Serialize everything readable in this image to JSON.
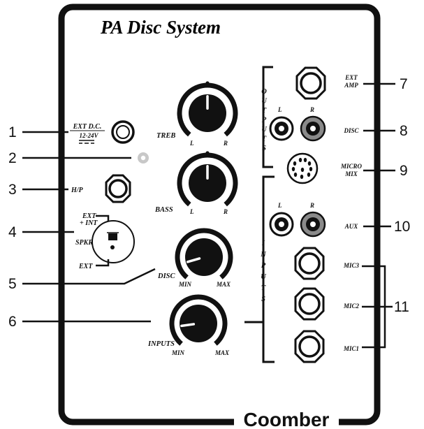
{
  "panel": {
    "title": "PA Disc System",
    "brand": "Coomber"
  },
  "callouts": {
    "c1": "1",
    "c2": "2",
    "c3": "3",
    "c4": "4",
    "c5": "5",
    "c6": "6",
    "c7": "7",
    "c8": "8",
    "c9": "9",
    "c10": "10",
    "c11": "11"
  },
  "labels": {
    "ext_dc": "EXT D.C.",
    "ext_dc_volts": "12-24V",
    "hp": "H/P",
    "spkr": "SPKR",
    "spkr_ext_int": "EXT",
    "spkr_plus_int": "+ INT",
    "spkr_ext": "EXT",
    "treb": "TREB",
    "bass": "BASS",
    "disc": "DISC",
    "inputs": "INPUTS",
    "l": "L",
    "r": "R",
    "min": "MIN",
    "max": "MAX",
    "ext_amp_1": "EXT",
    "ext_amp_2": "AMP",
    "disc_out": "DISC",
    "micro_1": "MICRO",
    "micro_2": "MIX",
    "aux": "AUX",
    "mic3": "MIC3",
    "mic2": "MIC2",
    "mic1": "MIC1"
  },
  "vertical": {
    "outputs": [
      "O",
      "U",
      "T",
      "P",
      "U",
      "T",
      "S"
    ],
    "inputs": [
      "I",
      "N",
      "P",
      "U",
      "T",
      "S"
    ]
  },
  "knobs": [
    {
      "id": "treb",
      "level": 0.5
    },
    {
      "id": "bass",
      "level": 0.5
    },
    {
      "id": "disc",
      "level": 0.12
    },
    {
      "id": "inputs",
      "level": 0.15
    }
  ],
  "colors": {
    "ink": "#111111",
    "grey_jack": "#8a8a8a",
    "led": "#c8c8c8"
  }
}
